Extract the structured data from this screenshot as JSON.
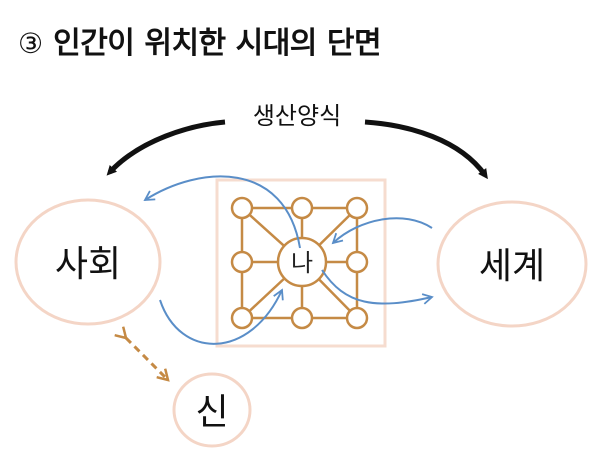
{
  "heading": {
    "number": "③",
    "title": "인간이 위치한 시대의 단면"
  },
  "diagram": {
    "mode_label": "생산양식",
    "society_label": "사회",
    "world_label": "세계",
    "god_label": "신",
    "self_label": "나"
  },
  "colors": {
    "circle_outline": "#f4d5c6",
    "box_outline": "#f6dccf",
    "network": "#c58a45",
    "flow_arrow": "#5a8ec8",
    "dashed_arrow": "#c58a45",
    "main_arrow": "#111111"
  }
}
